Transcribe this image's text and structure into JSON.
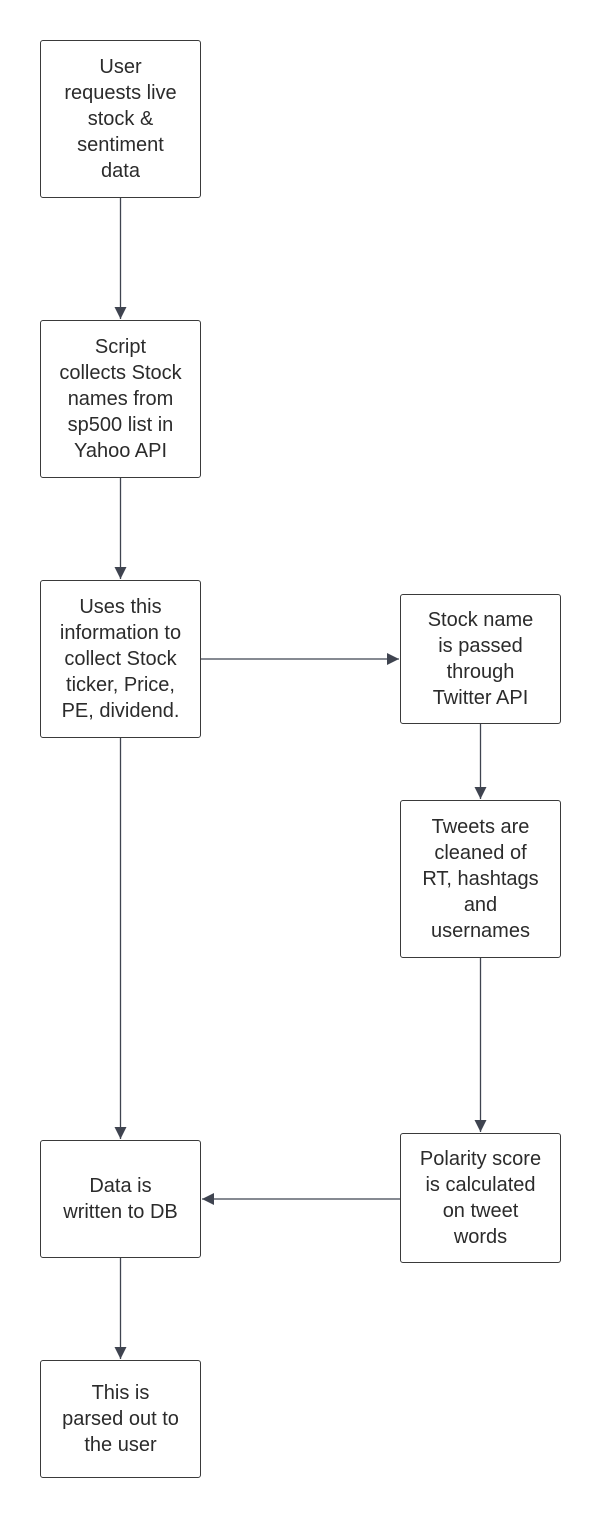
{
  "nodes": {
    "user_request": "User\nrequests live\nstock &\nsentiment\ndata",
    "collect_names": "Script\ncollects Stock\nnames from\nsp500 list in\nYahoo API",
    "collect_info": "Uses this\ninformation to\ncollect Stock\nticker, Price,\nPE, dividend.",
    "twitter_api": "Stock name\nis passed\nthrough\nTwitter API",
    "clean_tweets": "Tweets are\ncleaned of\nRT, hashtags\nand\nusernames",
    "polarity": "Polarity score\nis calculated\non tweet\nwords",
    "write_db": "Data is\nwritten to DB",
    "parse_user": "This is\nparsed out to\nthe user"
  },
  "colors": {
    "border": "#3a3a3a",
    "text": "#2b2b2b",
    "connector": "#3f4450",
    "background": "#ffffff"
  }
}
